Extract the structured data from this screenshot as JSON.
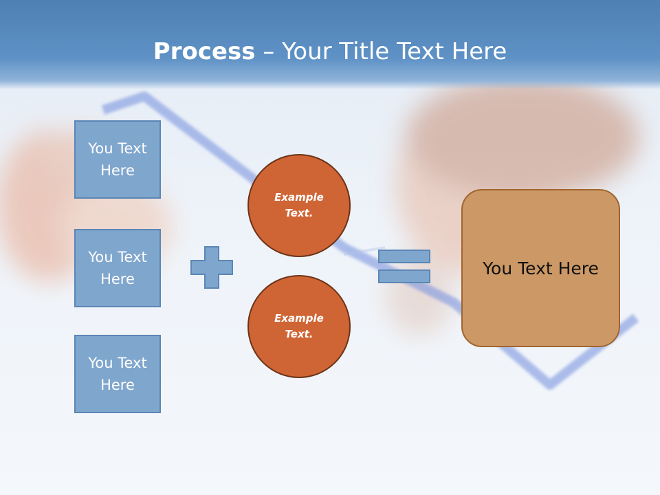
{
  "slide": {
    "title_bold": "Process",
    "title_rest": " – Your Title Text Here"
  },
  "inputs": [
    {
      "text": "You Text Here"
    },
    {
      "text": "You Text Here"
    },
    {
      "text": "You Text Here"
    }
  ],
  "circles": [
    {
      "text": "Example Text."
    },
    {
      "text": "Example Text."
    }
  ],
  "result": {
    "text": "You Text Here"
  },
  "colors": {
    "header": "#5e91c5",
    "box_fill": "#7fa6cd",
    "circle_fill": "#cf6534",
    "result_fill": "#cc9966"
  },
  "icons": [
    "plus-icon",
    "equals-icon"
  ]
}
